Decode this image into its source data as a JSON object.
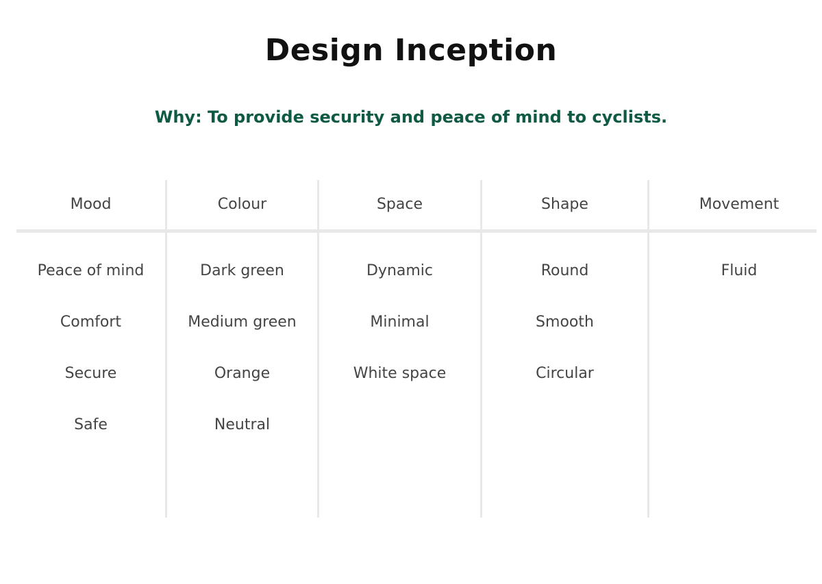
{
  "title": "Design Inception",
  "why": "Why: To provide security and peace of mind to cyclists.",
  "columns": [
    {
      "header": "Mood",
      "items": [
        "Peace of mind",
        "Comfort",
        "Secure",
        "Safe"
      ]
    },
    {
      "header": "Colour",
      "items": [
        "Dark green",
        "Medium green",
        "Orange",
        "Neutral"
      ]
    },
    {
      "header": "Space",
      "items": [
        "Dynamic",
        "Minimal",
        "White space"
      ]
    },
    {
      "header": "Shape",
      "items": [
        "Round",
        "Smooth",
        "Circular"
      ]
    },
    {
      "header": "Movement",
      "items": [
        "Fluid"
      ]
    }
  ],
  "colors": {
    "title": "#111111",
    "why": "#0e5a45",
    "text": "#444444",
    "rules": "#e8e8e8"
  }
}
